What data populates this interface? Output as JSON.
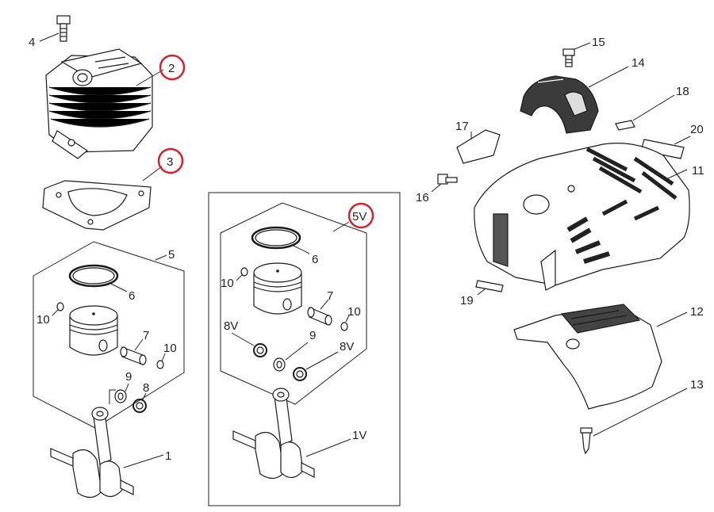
{
  "labels": {
    "n1": "1",
    "n1v": "1V",
    "n2": "2",
    "n3": "3",
    "n4": "4",
    "n5": "5",
    "n5v": "5V",
    "n6a": "6",
    "n6b": "6",
    "n7a": "7",
    "n7b": "7",
    "n8": "8",
    "n8va": "8V",
    "n8vb": "8V",
    "n9a": "9",
    "n9b": "9",
    "n10a": "10",
    "n10b": "10",
    "n10c": "10",
    "n10d": "10",
    "n11": "11",
    "n12": "12",
    "n13": "13",
    "n14": "14",
    "n15": "15",
    "n16": "16",
    "n17": "17",
    "n18": "18",
    "n19": "19",
    "n20": "20"
  },
  "highlighted_labels": [
    "2",
    "3",
    "5V"
  ],
  "colors": {
    "highlight": "#d8212a",
    "ink": "#1a1a1a",
    "panel": "#ffffff"
  }
}
